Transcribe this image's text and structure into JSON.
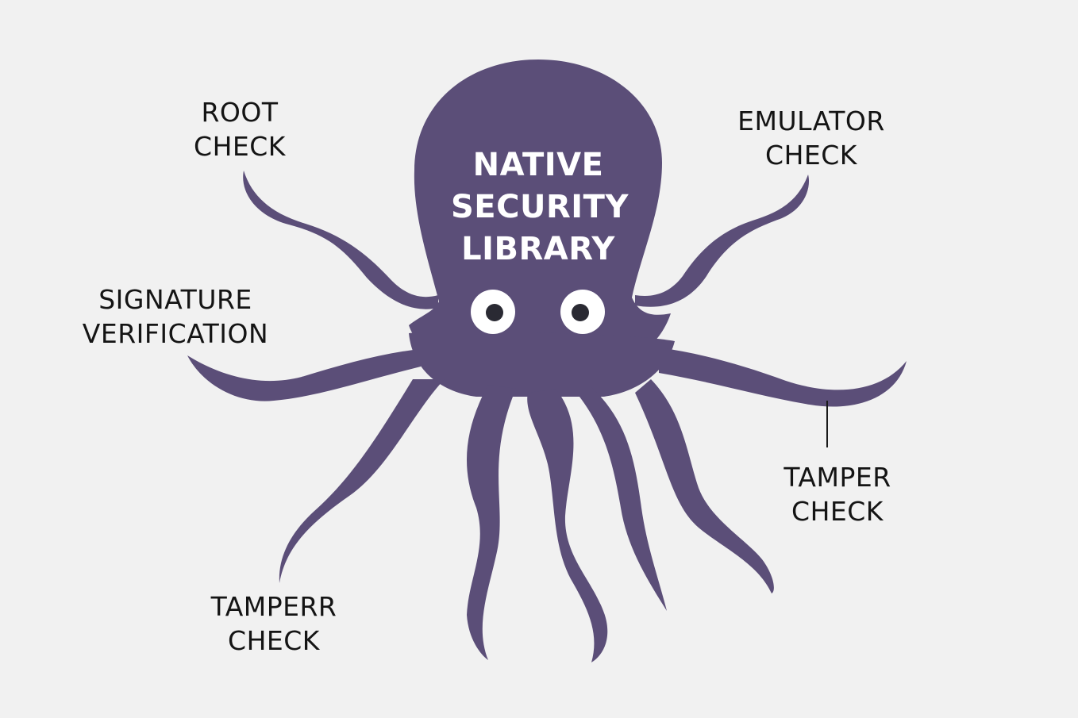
{
  "diagram": {
    "center": {
      "lines": [
        "NATIVE",
        "SECURITY",
        "LIBRARY"
      ],
      "fill_color": "#5b4e78"
    },
    "labels": [
      {
        "id": "root-check",
        "lines": [
          "ROOT",
          "CHECK"
        ]
      },
      {
        "id": "emulator-check",
        "lines": [
          "EMULATOR",
          "CHECK"
        ]
      },
      {
        "id": "signature-verification",
        "lines": [
          "SIGNATURE",
          "VERIFICATION"
        ]
      },
      {
        "id": "tamper-check-right",
        "lines": [
          "TAMPER",
          "CHECK"
        ]
      },
      {
        "id": "tamperr-check-left",
        "lines": [
          "TAMPERR",
          "CHECK"
        ]
      }
    ],
    "colors": {
      "background": "#f1f1f1",
      "octopus": "#5b4e78",
      "text": "#141414",
      "title_text": "#ffffff"
    }
  }
}
